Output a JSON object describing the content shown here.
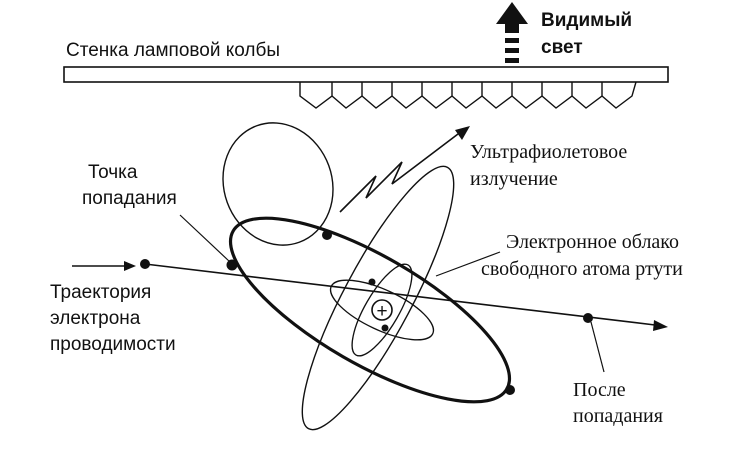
{
  "labels": {
    "wall": "Стенка ламповой колбы",
    "visible_light_1": "Видимый",
    "visible_light_2": "свет",
    "uv_1": "Ультрафиолетовое",
    "uv_2": "излучение",
    "impact_1": "Точка",
    "impact_2": "попадания",
    "cloud_1": "Электронное облако",
    "cloud_2": "свободного атома ртути",
    "trajectory_1": "Траектория",
    "trajectory_2": "электрона",
    "trajectory_3": "проводимости",
    "after_1": "После",
    "after_2": "попадания",
    "nucleus": "+"
  }
}
